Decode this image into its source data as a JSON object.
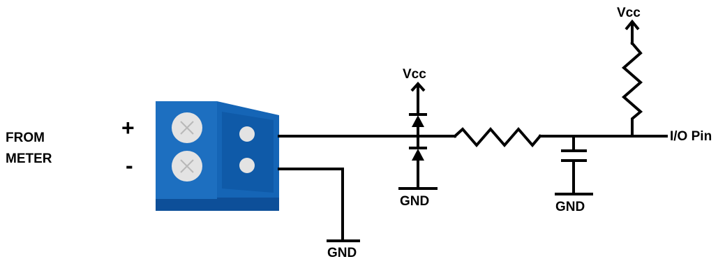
{
  "source": {
    "label_line1": "FROM",
    "label_line2": "METER",
    "plus": "+",
    "minus": "-"
  },
  "labels": {
    "gnd_connector": "GND",
    "vcc_diodes": "Vcc",
    "gnd_diodes": "GND",
    "gnd_cap": "GND",
    "vcc_pullup": "Vcc",
    "io_pin": "I/O Pin"
  },
  "colors": {
    "connector_front": "#1d6fc0",
    "connector_side": "#0f5aa8",
    "connector_base": "#0d4f99",
    "screw": "#e0e0e0",
    "wire": "#000000"
  }
}
